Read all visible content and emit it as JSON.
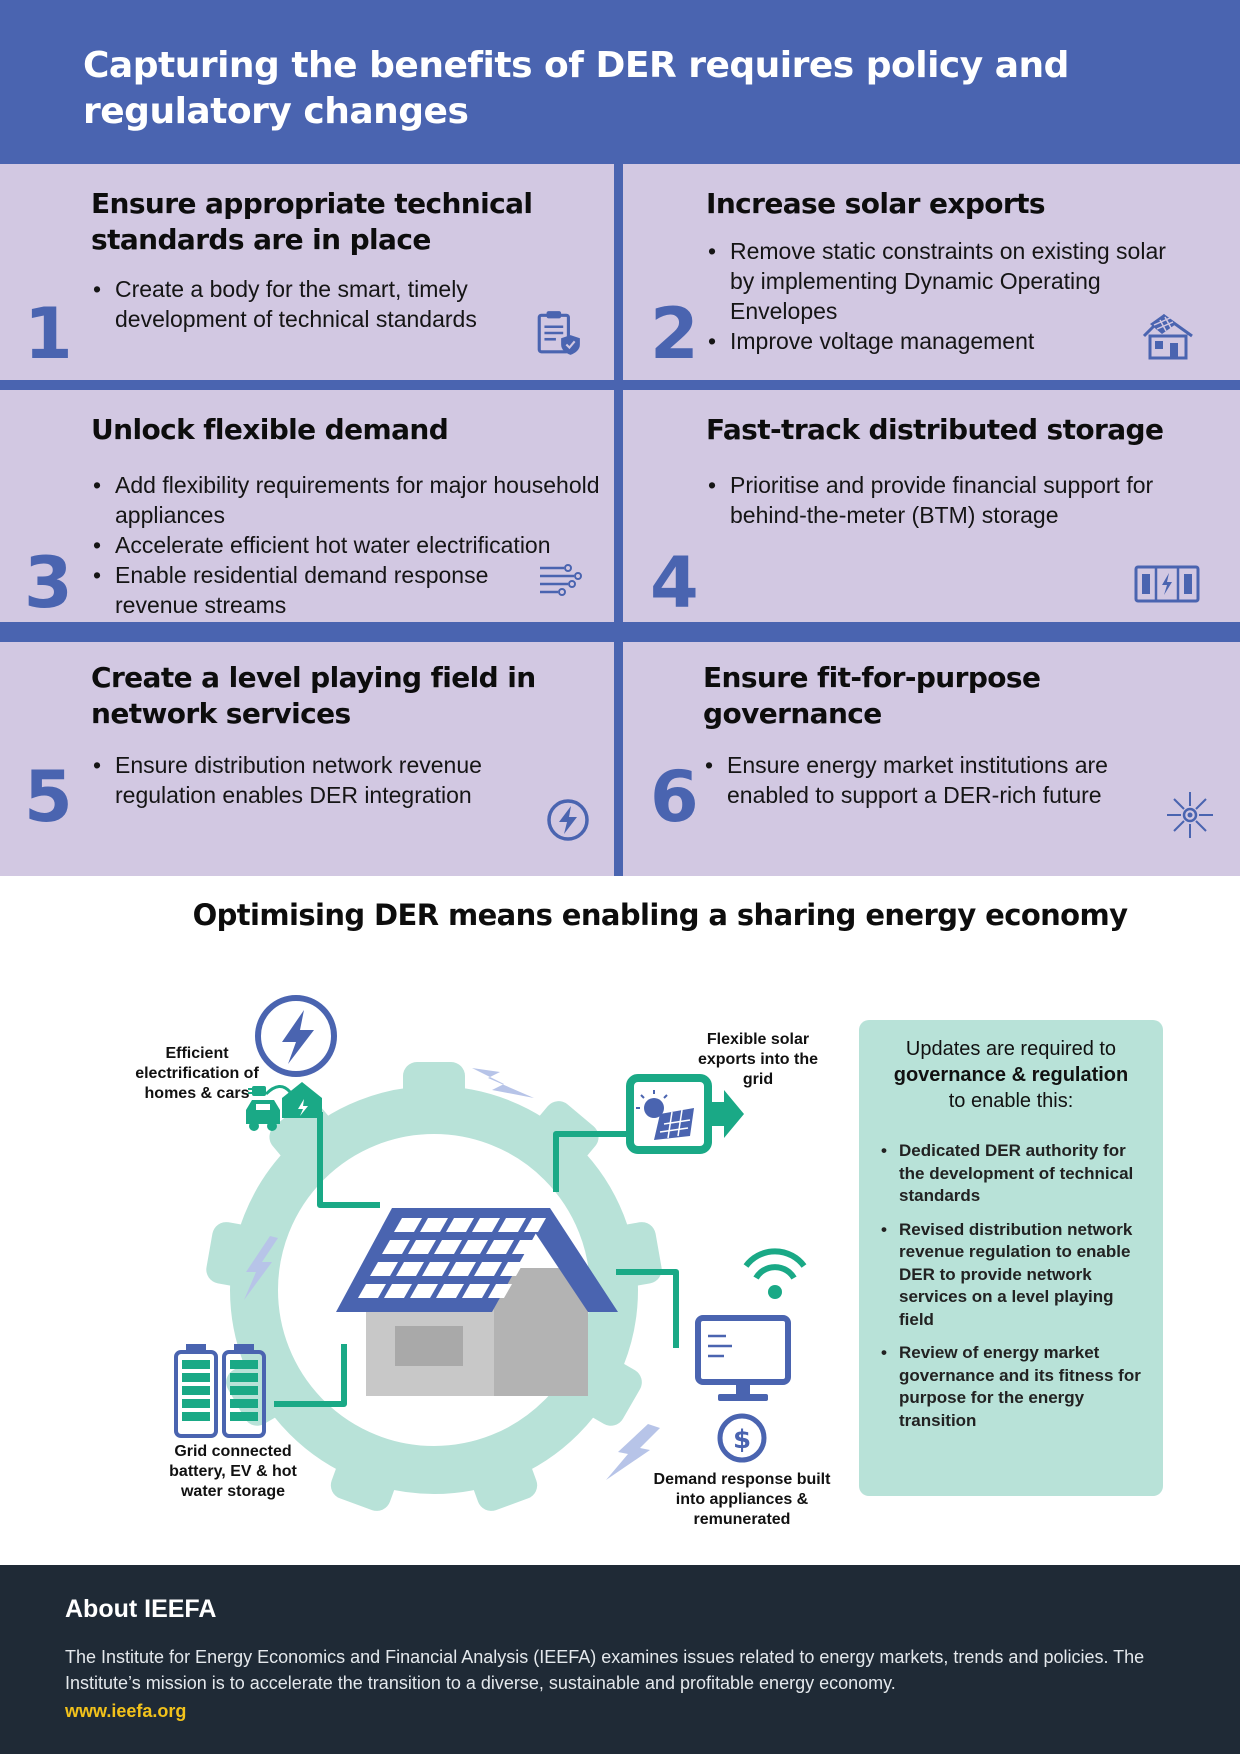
{
  "header": {
    "title": "Capturing the benefits of DER requires policy and regulatory changes"
  },
  "policies": [
    {
      "number": "1",
      "title": "Ensure appropriate technical standards are in place",
      "bullets": [
        "Create a body for the smart, timely development of technical standards"
      ],
      "icon": "clipboard-shield-icon"
    },
    {
      "number": "2",
      "title": "Increase solar exports",
      "bullets": [
        "Remove static constraints on existing solar by implementing Dynamic Operating Envelopes",
        "Improve voltage management"
      ],
      "icon": "solar-house-icon"
    },
    {
      "number": "3",
      "title": "Unlock flexible demand",
      "bullets": [
        "Add flexibility requirements for major household appliances",
        "Accelerate efficient hot water electrification",
        "Enable residential demand response revenue streams"
      ],
      "icon": "wind-flow-icon"
    },
    {
      "number": "4",
      "title": "Fast-track distributed storage",
      "bullets": [
        "Prioritise and provide financial support for behind-the-meter (BTM) storage"
      ],
      "icon": "battery-storage-icon"
    },
    {
      "number": "5",
      "title": "Create a level playing field in network services",
      "bullets": [
        "Ensure distribution network revenue regulation enables DER integration"
      ],
      "icon": "lightning-circle-icon"
    },
    {
      "number": "6",
      "title": "Ensure fit-for-purpose governance",
      "bullets": [
        "Ensure energy market institutions are enabled to support a DER-rich future"
      ],
      "icon": "network-hub-icon"
    }
  ],
  "diagram": {
    "title": "Optimising DER means enabling a sharing energy economy",
    "labels": {
      "electrification": "Efficient electrification of homes & cars",
      "solar": "Flexible solar exports into the grid",
      "storage": "Grid connected battery, EV & hot water storage",
      "demand": "Demand response built into appliances & remunerated"
    },
    "colors": {
      "blue": "#4a64b0",
      "green": "#1aa986",
      "mint": "#b8e2d8",
      "light_blue": "#b7c4e8"
    }
  },
  "info_box": {
    "heading_1": "Updates are required to",
    "heading_bold": "governance & regulation",
    "heading_2": "to enable this:",
    "items": [
      "Dedicated DER authority for the development of technical standards",
      "Revised distribution network revenue regulation to enable DER to provide network services on a level playing field",
      "Review of energy market governance and its fitness for purpose for the energy transition"
    ]
  },
  "footer": {
    "heading": "About IEEFA",
    "text": "The Institute for Energy Economics and Financial Analysis (IEEFA) examines issues related to energy markets, trends and policies. The Institute’s mission is to accelerate the transition to a diverse, sustainable and profitable energy economy.",
    "link": "www.ieefa.org"
  }
}
